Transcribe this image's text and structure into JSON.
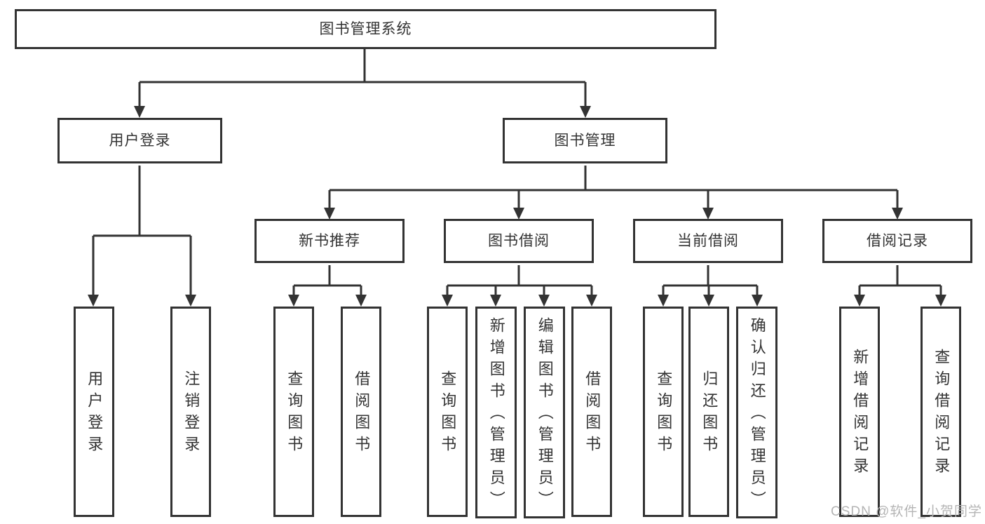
{
  "tree": {
    "label": "图书管理系统",
    "children": [
      {
        "label": "用户登录",
        "children": [
          {
            "label": "用户登录"
          },
          {
            "label": "注销登录"
          }
        ]
      },
      {
        "label": "图书管理",
        "children": [
          {
            "label": "新书推荐",
            "children": [
              {
                "label": "查询图书"
              },
              {
                "label": "借阅图书"
              }
            ]
          },
          {
            "label": "图书借阅",
            "children": [
              {
                "label": "查询图书"
              },
              {
                "label": "新增图书（管理员）"
              },
              {
                "label": "编辑图书（管理员）"
              },
              {
                "label": "借阅图书"
              }
            ]
          },
          {
            "label": "当前借阅",
            "children": [
              {
                "label": "查询图书"
              },
              {
                "label": "归还图书"
              },
              {
                "label": "确认归还（管理员）"
              }
            ]
          },
          {
            "label": "借阅记录",
            "children": [
              {
                "label": "新增借阅记录"
              },
              {
                "label": "查询借阅记录"
              }
            ]
          }
        ]
      }
    ]
  },
  "watermark": {
    "text": "CSDN @软件_小贺同学",
    "color": "#b5b5b5"
  },
  "colors": {
    "line": "#333333",
    "text": "#333333",
    "background": "#ffffff"
  }
}
